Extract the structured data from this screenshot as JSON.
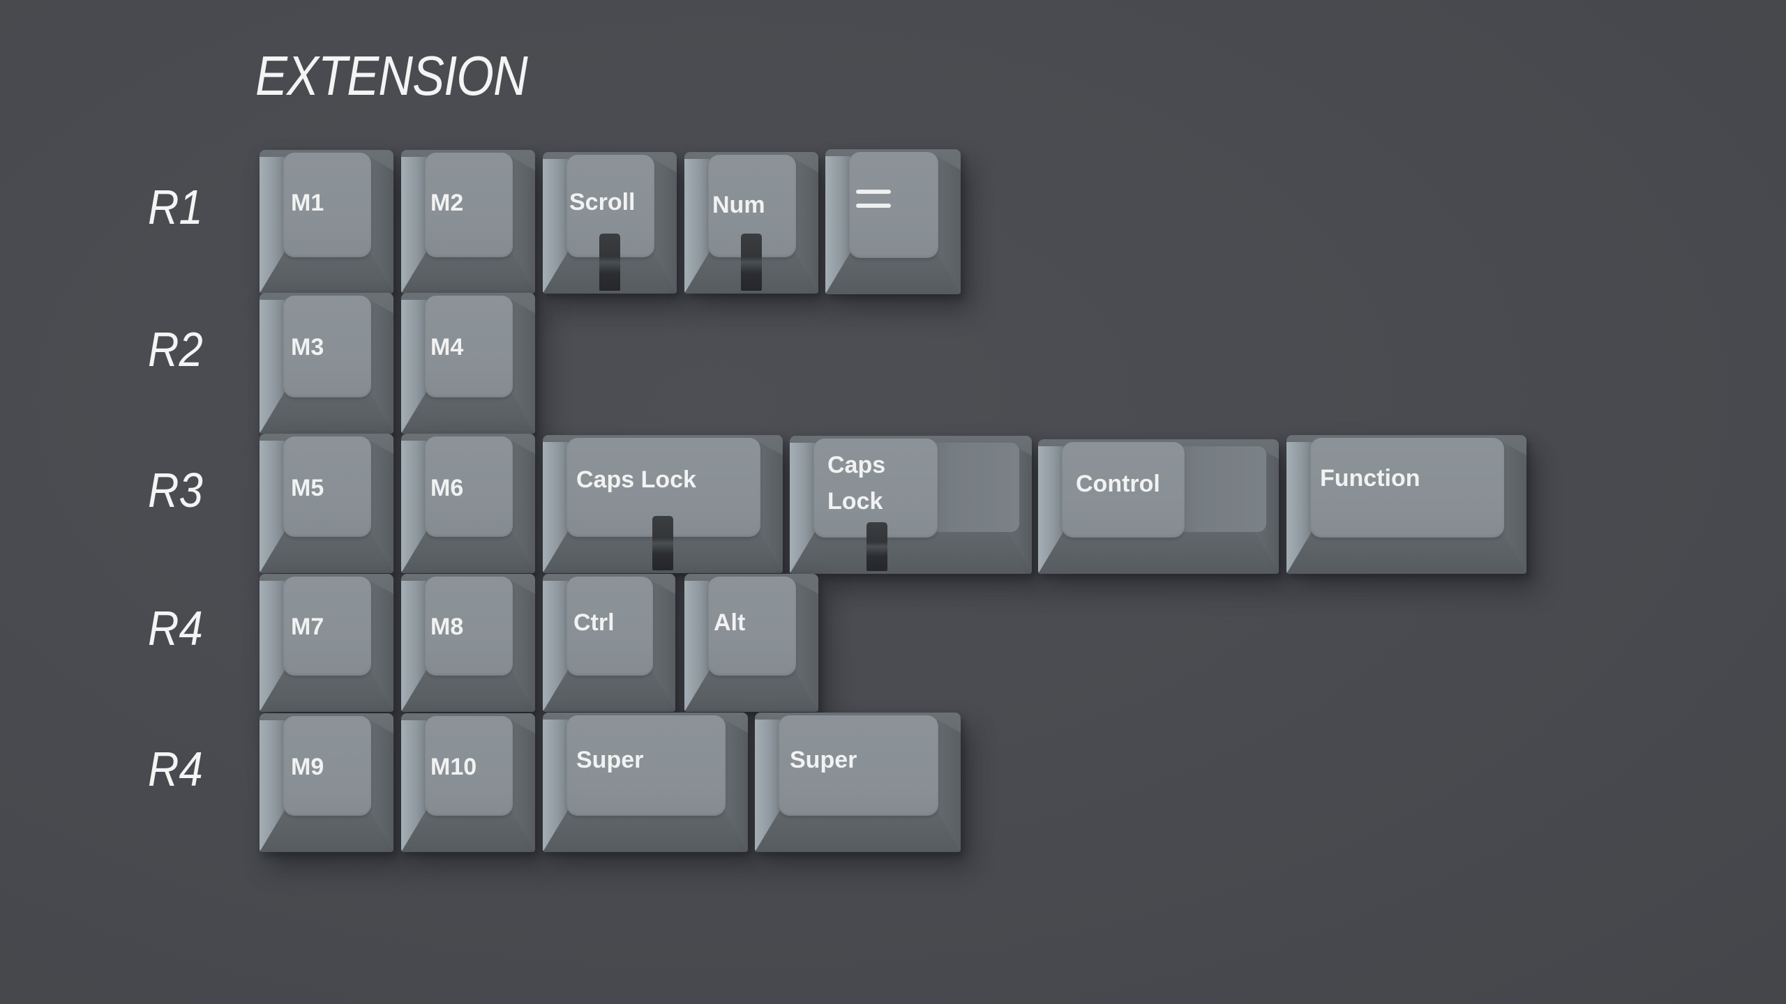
{
  "title": "EXTENSION",
  "colors": {
    "background": "#4a4c51",
    "keycap_top": "#8a9196",
    "keycap_side": "#5e6367",
    "legend": "#f1f2f2",
    "label_text": "#f4f4f4"
  },
  "row_labels": [
    "R1",
    "R2",
    "R3",
    "R4",
    "R4"
  ],
  "rows": [
    {
      "label": "R1",
      "keys": [
        {
          "legend": "M1",
          "width_u": 1
        },
        {
          "legend": "M2",
          "width_u": 1
        },
        {
          "legend": "Scroll",
          "width_u": 1,
          "led": true
        },
        {
          "legend": "Num",
          "width_u": 1,
          "led": true
        },
        {
          "legend": "=",
          "width_u": 1,
          "icon": "equals-icon"
        }
      ]
    },
    {
      "label": "R2",
      "keys": [
        {
          "legend": "M3",
          "width_u": 1
        },
        {
          "legend": "M4",
          "width_u": 1
        }
      ]
    },
    {
      "label": "R3",
      "keys": [
        {
          "legend": "M5",
          "width_u": 1
        },
        {
          "legend": "M6",
          "width_u": 1
        },
        {
          "legend": "Caps Lock",
          "width_u": 1.75,
          "led": true
        },
        {
          "legend_line1": "Caps",
          "legend_line2": "Lock",
          "width_u": 1.75,
          "stepped": true,
          "led": true
        },
        {
          "legend": "Control",
          "width_u": 1.75,
          "stepped": true
        },
        {
          "legend": "Function",
          "width_u": 1.75
        }
      ]
    },
    {
      "label": "R4",
      "keys": [
        {
          "legend": "M7",
          "width_u": 1
        },
        {
          "legend": "M8",
          "width_u": 1
        },
        {
          "legend": "Ctrl",
          "width_u": 1
        },
        {
          "legend": "Alt",
          "width_u": 1
        }
      ]
    },
    {
      "label": "R4",
      "keys": [
        {
          "legend": "M9",
          "width_u": 1
        },
        {
          "legend": "M10",
          "width_u": 1
        },
        {
          "legend": "Super",
          "width_u": 1.5
        },
        {
          "legend": "Super",
          "width_u": 1.5
        }
      ]
    }
  ]
}
